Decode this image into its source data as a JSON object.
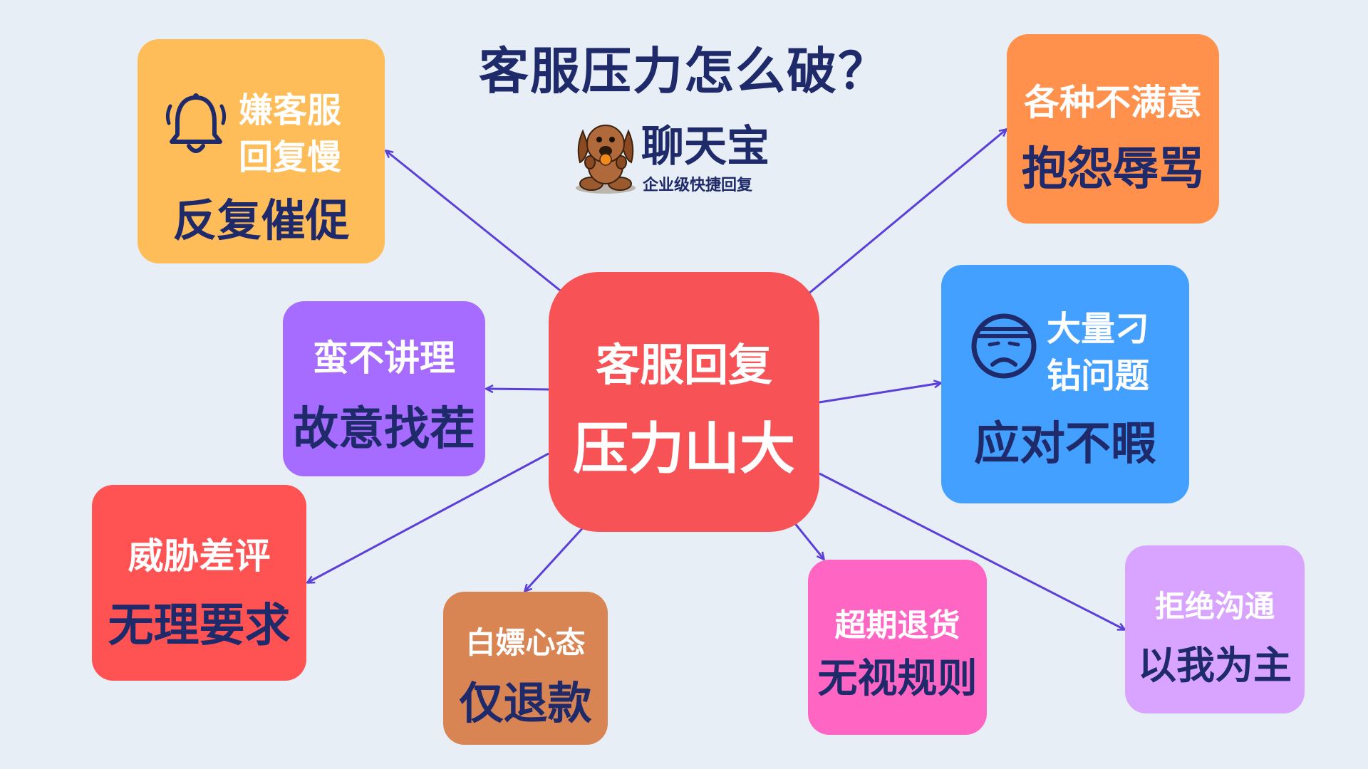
{
  "title": "客服压力怎么破？",
  "logo": {
    "name": "聊天宝",
    "tagline": "企业级快捷回复"
  },
  "center": {
    "line1": "客服回复",
    "line2": "压力山大"
  },
  "boxes": [
    {
      "line1": "嫌客服",
      "line2": "回复慢",
      "line3": "反复催促",
      "icon": "bell-icon",
      "color": "#ffbd59"
    },
    {
      "line1": "各种不满意",
      "line2": "抱怨辱骂",
      "color": "#ff914d"
    },
    {
      "line1": "蛮不讲理",
      "line2": "故意找茬",
      "color": "#a66cff"
    },
    {
      "line1": "大量刁",
      "line2": "钻问题",
      "line3": "应对不暇",
      "icon": "sad-face-icon",
      "color": "#44a0ff"
    },
    {
      "line1": "威胁差评",
      "line2": "无理要求",
      "color": "#ff5353"
    },
    {
      "line1": "白嫖心态",
      "line2": "仅退款",
      "color": "#d88453"
    },
    {
      "line1": "超期退货",
      "line2": "无视规则",
      "color": "#ff66c4"
    },
    {
      "line1": "拒绝沟通",
      "line2": "以我为主",
      "color": "#d8a4ff"
    }
  ],
  "colors": {
    "background": "#e7eef5",
    "navy_text": "#1f2a6b",
    "arrow": "#5b3fd9",
    "center": "#f75356"
  }
}
